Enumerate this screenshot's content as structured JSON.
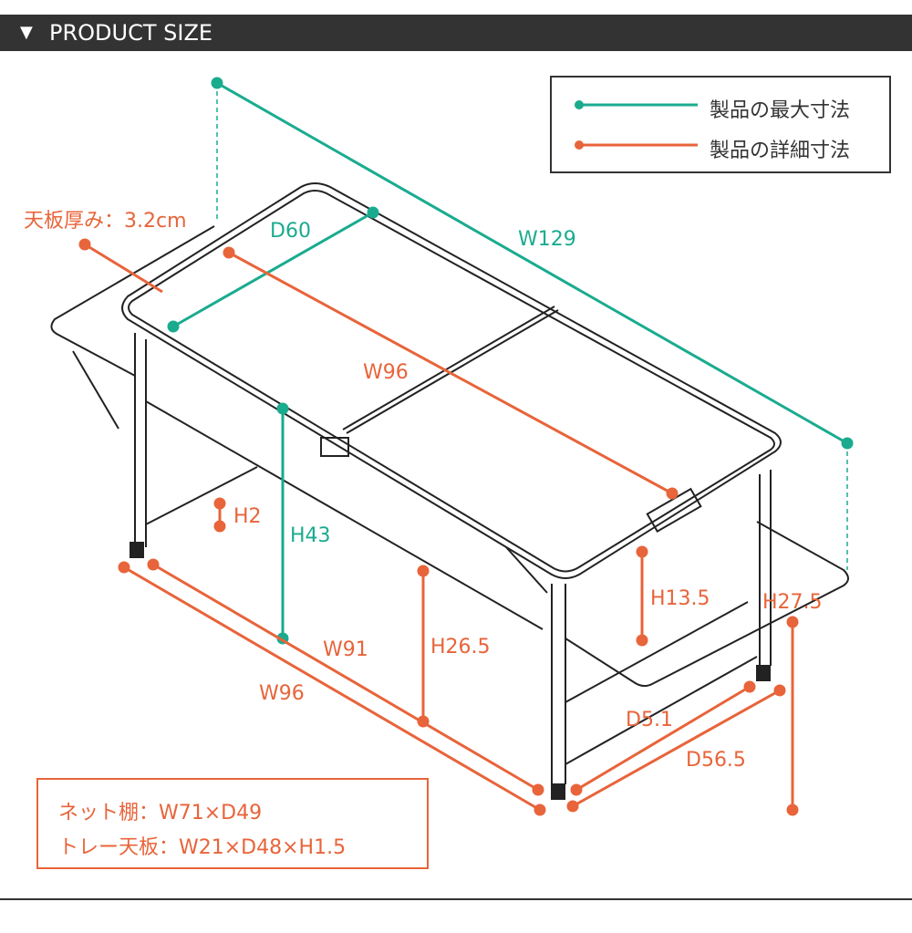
{
  "header": {
    "title": "PRODUCT SIZE",
    "icon": "triangle-down-icon"
  },
  "legend": [
    {
      "label": "製品の最大寸法",
      "color": "#1aab8f"
    },
    {
      "label": "製品の詳細寸法",
      "color": "#e8643a"
    }
  ],
  "dimensions": {
    "max": {
      "w129": "W129",
      "d60": "D60",
      "h43": "H43"
    },
    "detail": {
      "thickness": "天板厚み：3.2cm",
      "w96_top": "W96",
      "h2": "H2",
      "w91": "W91",
      "w96_bottom": "W96",
      "h26_5": "H26.5",
      "h13_5": "H13.5",
      "h27_5": "H27.5",
      "d5_1": "D5.1",
      "d56_5": "D56.5"
    }
  },
  "info": {
    "line1": "ネット棚：W71×D49",
    "line2": "トレー天板：W21×D48×H1.5"
  },
  "colors": {
    "teal": "#1aab8f",
    "orange": "#e8643a",
    "header": "#333333"
  }
}
